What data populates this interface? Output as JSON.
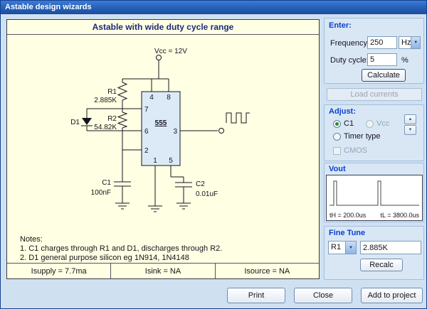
{
  "window": {
    "title": "Astable design wizards"
  },
  "colors": {
    "titlebar_blue": "#2E6BC8",
    "dialog_bg": "#CFE1F1",
    "panel_yellow": "#FFFFE3",
    "accent_label_blue": "#0A3FD0",
    "chip_text_orange": "#D2500A"
  },
  "diagram": {
    "title": "Astable with wide duty cycle range",
    "vcc_label": "Vcc = 12V",
    "r1": {
      "name": "R1",
      "value": "2.885K"
    },
    "r2": {
      "name": "R2",
      "value": "54.82K"
    },
    "d1": {
      "name": "D1"
    },
    "c1": {
      "name": "C1",
      "value": "100nF"
    },
    "c2": {
      "name": "C2",
      "value": "0.01uF"
    },
    "chip": {
      "label": "555",
      "pins": {
        "top": [
          "4",
          "8"
        ],
        "left": [
          "7",
          "6",
          "2"
        ],
        "right": [
          "3"
        ],
        "bottom": [
          "1",
          "5"
        ]
      }
    },
    "notes_title": "Notes:",
    "notes": [
      "1. C1 charges through R1 and D1, discharges through R2.",
      "2. D1 general purpose silicon eg 1N914, 1N4148"
    ],
    "status": [
      "Isupply = 7.7ma",
      "Isink = NA",
      "Isource = NA"
    ]
  },
  "panel": {
    "enter_label": "Enter:",
    "frequency_label": "Frequency:",
    "frequency_value": "250",
    "frequency_unit": "Hz",
    "duty_label": "Duty cycle:",
    "duty_value": "5",
    "duty_unit": "%",
    "calculate_label": "Calculate",
    "load_currents_label": "Load currents",
    "adjust_label": "Adjust:",
    "radio_c1": "C1",
    "radio_vcc": "Vcc",
    "radio_timer": "Timer type",
    "cmos_label": "CMOS",
    "vout_label": "Vout",
    "wave_th": "tH = 200.0us",
    "wave_tl": "tL = 3800.0us",
    "finetune_label": "Fine Tune",
    "finetune_component": "R1",
    "finetune_value": "2.885K",
    "recalc_label": "Recalc"
  },
  "footer": {
    "print": "Print",
    "close": "Close",
    "add": "Add to project"
  }
}
